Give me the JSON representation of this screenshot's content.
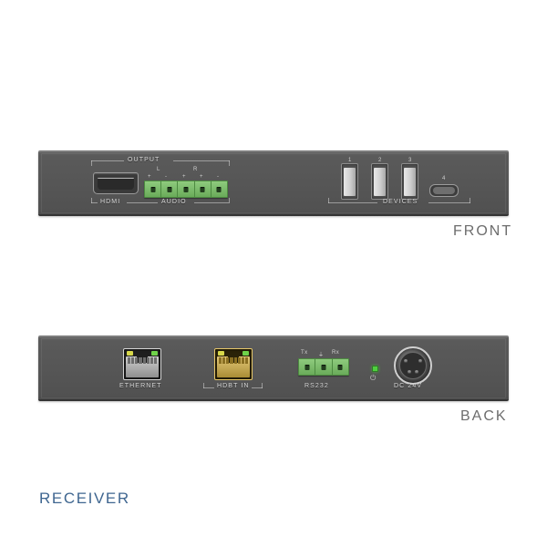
{
  "captions": {
    "front": "FRONT",
    "back": "BACK",
    "title": "RECEIVER"
  },
  "colors": {
    "panel": "#565656",
    "silkscreen": "#d8d8d8",
    "terminal_green": "#7bbf6a",
    "hdbt_gold": "#e6c76a",
    "led_green": "#4fcf3f",
    "caption_gray": "#6d6d6d",
    "title_blue": "#3f6690"
  },
  "front_panel": {
    "groups": {
      "output": "OUTPUT",
      "hdmi": "HDMI",
      "audio": "AUDIO",
      "devices": "DEVICES"
    },
    "audio_terminal": {
      "channels": [
        "L",
        "R"
      ],
      "polarity": [
        "+",
        "-",
        "+",
        "+",
        "-"
      ],
      "pin_count": 5
    },
    "usb_ports": [
      {
        "label": "1",
        "type": "usb-a"
      },
      {
        "label": "2",
        "type": "usb-a"
      },
      {
        "label": "3",
        "type": "usb-a"
      },
      {
        "label": "4",
        "type": "usb-c"
      }
    ]
  },
  "back_panel": {
    "ports": {
      "ethernet": "ETHERNET",
      "hdbt_in": "HDBT IN",
      "rs232": "RS232",
      "dc": "DC 24V"
    },
    "rs232_pins": [
      "Tx",
      "",
      "Rx"
    ],
    "rs232_ground": "⏚",
    "power_symbol": "⏻"
  }
}
